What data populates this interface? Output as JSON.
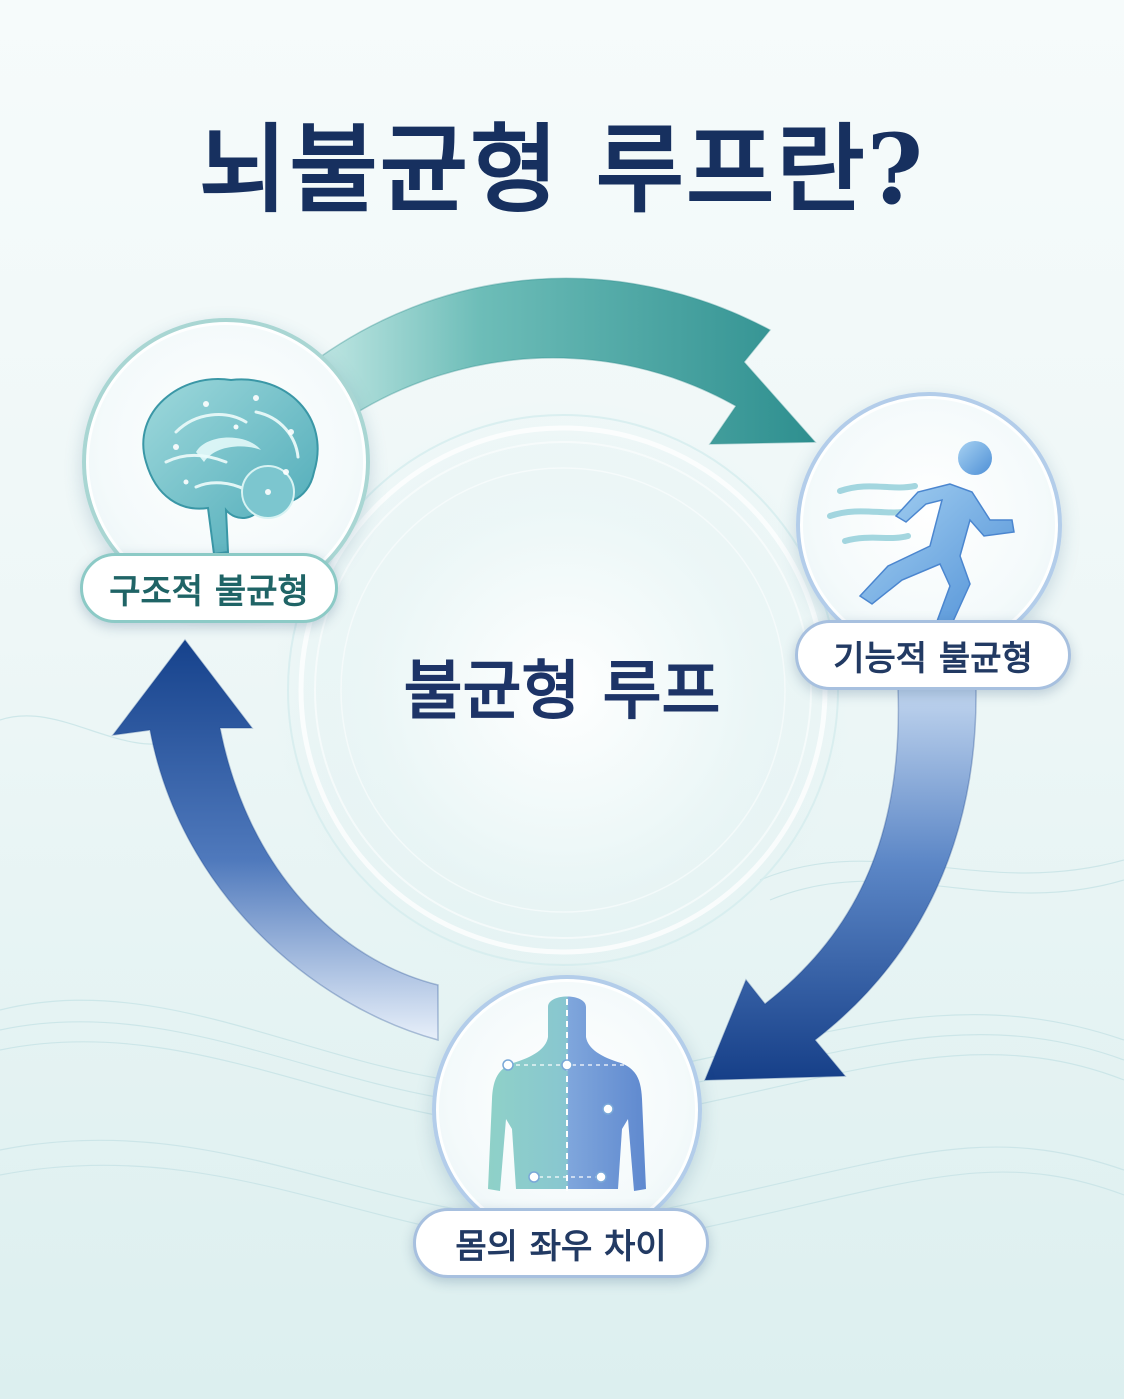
{
  "title": "뇌불균형 루프란?",
  "center_label": "불균형 루프",
  "nodes": [
    {
      "label": "구조적 불균형",
      "icon": "brain-icon"
    },
    {
      "label": "기능적 불균형",
      "icon": "running-person-icon"
    },
    {
      "label": "몸의 좌우 차이",
      "icon": "human-torso-icon"
    }
  ],
  "colors": {
    "title": "#17305f",
    "teal_arrow": "#3c9d9b",
    "blue_arrow": "#1e4f9a",
    "teal_accent": "#1f6466",
    "navy_text": "#223a63"
  }
}
